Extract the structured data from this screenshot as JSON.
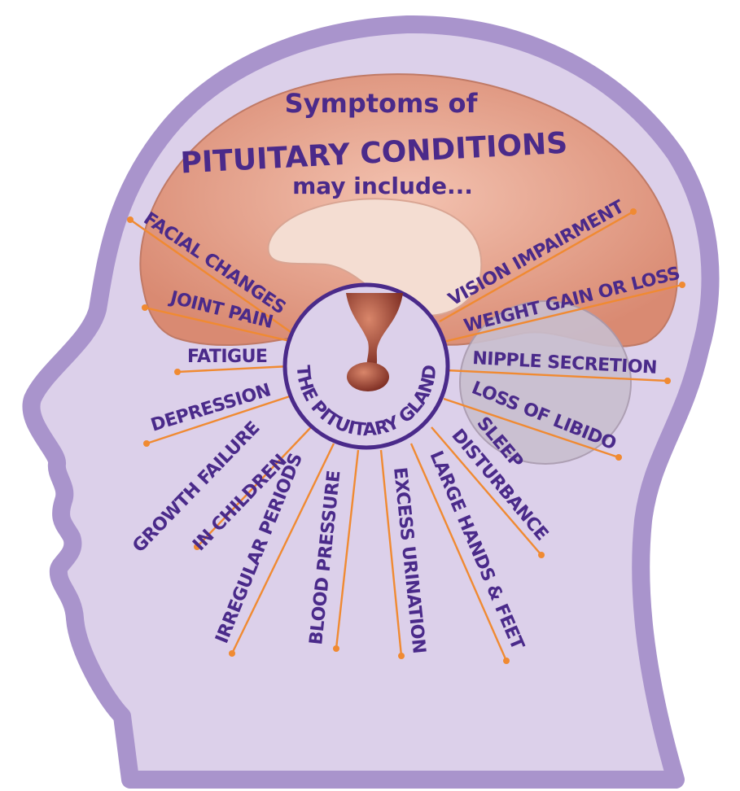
{
  "title": {
    "line1": "Symptoms of",
    "line2": "PITUITARY CONDITIONS",
    "line3": "may include..."
  },
  "gland": {
    "label": "THE PITUITARY GLAND"
  },
  "symptoms": {
    "facial_changes": "FACIAL CHANGES",
    "joint_pain": "JOINT PAIN",
    "fatigue": "FATIGUE",
    "depression": "DEPRESSION",
    "growth_failure_1": "GROWTH FAILURE",
    "growth_failure_2": "IN CHILDREN",
    "irregular_periods": "IRREGULAR PERIODS",
    "blood_pressure": "BLOOD PRESSURE",
    "excess_urination": "EXCESS URINATION",
    "large_hands_feet": "LARGE HANDS & FEET",
    "sleep_1": "SLEEP",
    "sleep_2": "DISTURBANCE",
    "loss_of_libido": "LOSS OF LIBIDO",
    "nipple_secretion": "NIPPLE SECRETION",
    "weight_gain": "WEIGHT GAIN OR LOSS",
    "vision_impairment": "VISION IMPAIRMENT"
  },
  "colors": {
    "head_outline": "#a994cc",
    "head_fill": "#dcd0ea",
    "brain": "#e6a590",
    "gland": "#9a3c2c",
    "text": "#4a2a8a",
    "leader": "#f08a32"
  }
}
